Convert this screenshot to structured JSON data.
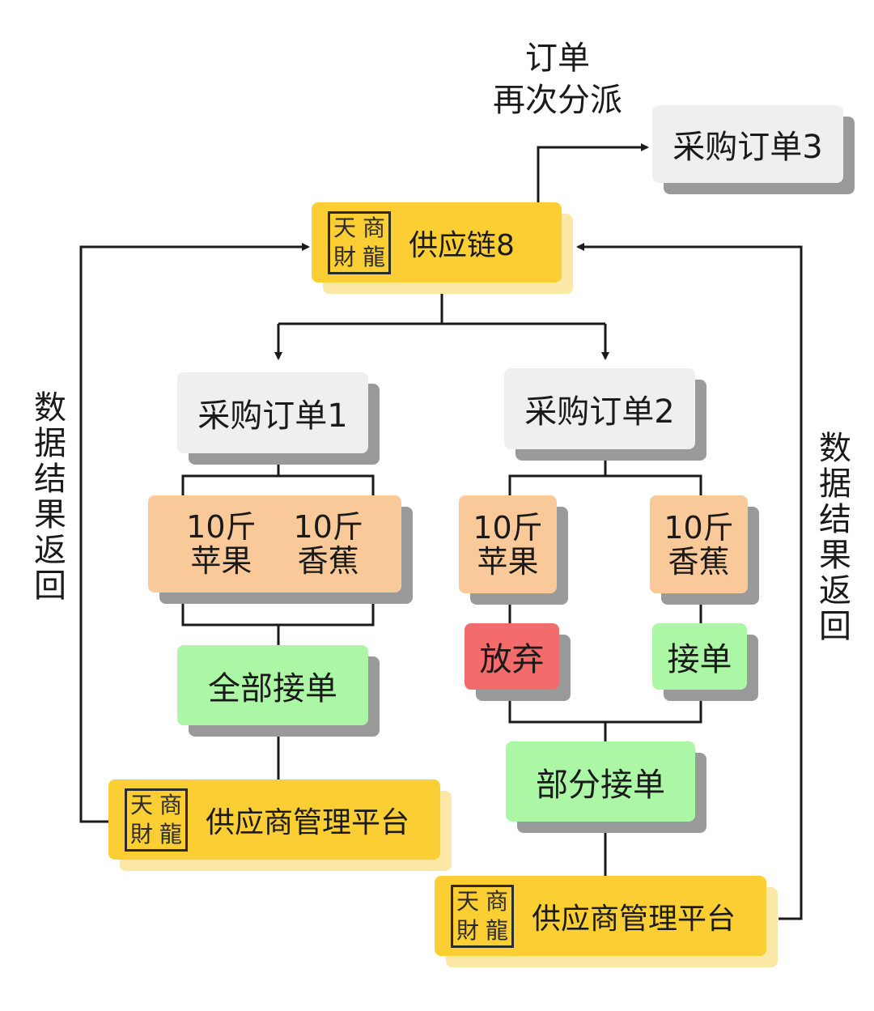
{
  "logo_chars": [
    "天",
    "商",
    "財",
    "龍"
  ],
  "top_label": [
    "订单",
    "再次分派"
  ],
  "side_label_left": "数据结果返回",
  "side_label_right": "数据结果返回",
  "supply_chain": "供应链8",
  "order3": "采购订单3",
  "order1": "采购订单1",
  "order2": "采购订单2",
  "left_items": [
    {
      "qty": "10斤",
      "name": "苹果"
    },
    {
      "qty": "10斤",
      "name": "香蕉"
    }
  ],
  "right_item_apple": {
    "qty": "10斤",
    "name": "苹果"
  },
  "right_item_banana": {
    "qty": "10斤",
    "name": "香蕉"
  },
  "status_all": "全部接单",
  "status_abandon": "放弃",
  "status_accept": "接单",
  "status_partial": "部分接单",
  "platform_left": "供应商管理平台",
  "platform_right": "供应商管理平台",
  "colors": {
    "gray": "#efefef",
    "yellow": "#fbcf33",
    "peach": "#f9c99a",
    "green": "#acf7a5",
    "red": "#f36b6b",
    "line": "#1a1a1a"
  }
}
